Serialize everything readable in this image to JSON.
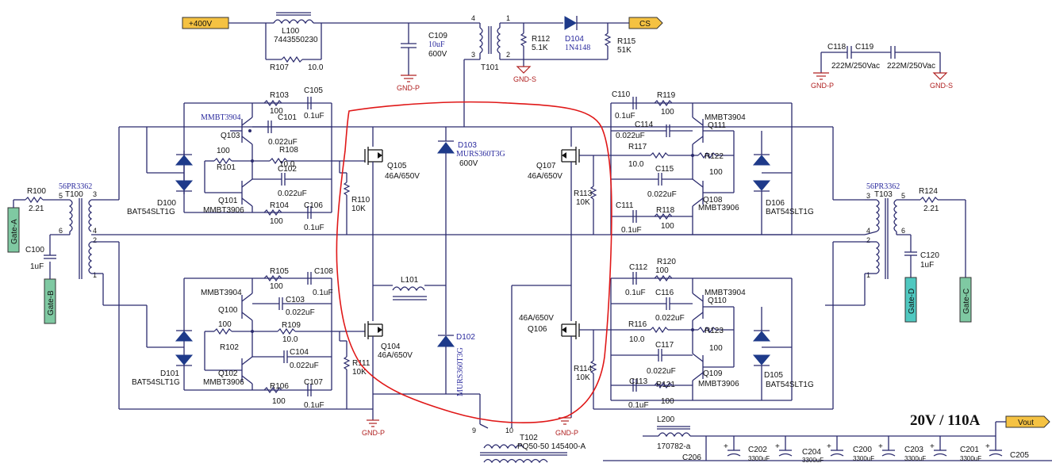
{
  "ports": {
    "vin": "+400V",
    "cs": "CS",
    "vout": "Vout",
    "gate_a": "Gate-A",
    "gate_b": "Gate-B",
    "gate_c": "Gate-C",
    "gate_d": "Gate-D"
  },
  "title": "20V / 110A",
  "grounds": {
    "gnd_p": "GND-P",
    "gnd_s": "GND-S"
  },
  "top": {
    "l100": "L100",
    "l100_val": "7443550230",
    "r107": "R107",
    "r107_val": "10.0",
    "c109": "C109",
    "c109_val": "10uF",
    "c109_v": "600V",
    "t101": "T101",
    "r112": "R112",
    "r112_val": "5.1K",
    "d104": "D104",
    "d104_val": "1N4148",
    "r115": "R115",
    "r115_val": "51K",
    "c118": "C118",
    "c118_val": "222M/250Vac",
    "c119": "C119",
    "c119_val": "222M/250Vac",
    "pin1": "1",
    "pin2": "2",
    "pin3": "3",
    "pin4": "4"
  },
  "left": {
    "r100": "R100",
    "r100_val": "2.21",
    "t100": "T100",
    "t100_val": "56PR3362",
    "c100": "C100",
    "c100_val": "1uF",
    "d100": "D100",
    "d100_val": "BAT54SLT1G",
    "d101": "D101",
    "d101_val": "BAT54SLT1G",
    "q103": "Q103",
    "q103_val": "MMBT3904",
    "q101": "Q101",
    "q101_val": "MMBT3906",
    "q100": "Q100",
    "q100_val": "MMBT3904",
    "q102": "Q102",
    "q102_val": "MMBT3906",
    "r103": "R103",
    "r103_val": "100",
    "c105": "C105",
    "c105_val": "0.1uF",
    "c101": "C101",
    "c101_val": "0.022uF",
    "r101": "R101",
    "r101_val": "100",
    "r108": "R108",
    "r108_val": "10.0",
    "c102": "C102",
    "c102_val": "0.022uF",
    "r104": "R104",
    "r104_val": "100",
    "c106": "C106",
    "c106_val": "0.1uF",
    "r110": "R110",
    "r110_val": "10K",
    "r105": "R105",
    "r105_val": "100",
    "c108": "C108",
    "c108_val": "0.1uF",
    "c103": "C103",
    "c103_val": "0.022uF",
    "r102": "R102",
    "r102_val": "100",
    "r109": "R109",
    "r109_val": "10.0",
    "c104": "C104",
    "c104_val": "0.022uF",
    "r106": "R106",
    "r106_val": "100",
    "c107": "C107",
    "c107_val": "0.1uF",
    "r111": "R111",
    "r111_val": "10K",
    "p3": "3",
    "p4": "4",
    "p2": "2",
    "p1": "1",
    "p5": "5",
    "p6": "6"
  },
  "middle": {
    "q105": "Q105",
    "q105_val": "46A/650V",
    "q104": "Q104",
    "q104_val": "46A/650V",
    "d103": "D103",
    "d103_val": "MURS360T3G",
    "d103_v": "600V",
    "l101": "L101",
    "d102": "D102",
    "d102_val": "MURS360T3G",
    "q107": "Q107",
    "q107_val": "46A/650V",
    "q106": "Q106",
    "q106_val": "46A/650V",
    "r113": "R113",
    "r113_val": "10K",
    "r114": "R114",
    "r114_val": "10K",
    "t102": "T102",
    "t102_val": "PQ50-50 145400-A",
    "p9": "9",
    "p10": "10"
  },
  "right": {
    "c110": "C110",
    "c110_val": "0.1uF",
    "r119": "R119",
    "r119_val": "100",
    "q111": "Q111",
    "q111_val": "MMBT3904",
    "c114": "C114",
    "c114_val": "0.022uF",
    "r117": "R117",
    "r117_val": "10.0",
    "r122": "R122",
    "r122_val": "100",
    "c115": "C115",
    "c115_val": "0.022uF",
    "q108": "Q108",
    "q108_val": "MMBT3906",
    "c111": "C111",
    "c111_val": "0.1uF",
    "r118": "R118",
    "r118_val": "100",
    "d106": "D106",
    "d106_val": "BAT54SLT1G",
    "t103": "T103",
    "t103_val": "56PR3362",
    "r124": "R124",
    "r124_val": "2.21",
    "c120": "C120",
    "c120_val": "1uF",
    "c112": "C112",
    "c112_val": "0.1uF",
    "r120": "R120",
    "r120_val": "100",
    "q110": "Q110",
    "q110_val": "MMBT3904",
    "c116": "C116",
    "c116_val": "0.022uF",
    "r116": "R116",
    "r116_val": "10.0",
    "r123": "R123",
    "r123_val": "100",
    "c117": "C117",
    "c117_val": "0.022uF",
    "q109": "Q109",
    "q109_val": "MMBT3906",
    "c113": "C113",
    "c113_val": "0.1uF",
    "r121": "R121",
    "r121_val": "100",
    "d105": "D105",
    "d105_val": "BAT54SLT1G",
    "p3": "3",
    "p5": "5",
    "p4": "4",
    "p2": "2",
    "p6": "6",
    "p1": "1"
  },
  "output": {
    "l200": "L200",
    "l200_val": "170782-a",
    "c206": "C206",
    "c202": "C202",
    "c204": "C204",
    "c200": "C200",
    "c203": "C203",
    "c201": "C201",
    "c205": "C205",
    "cap_val": "3300uF"
  }
}
